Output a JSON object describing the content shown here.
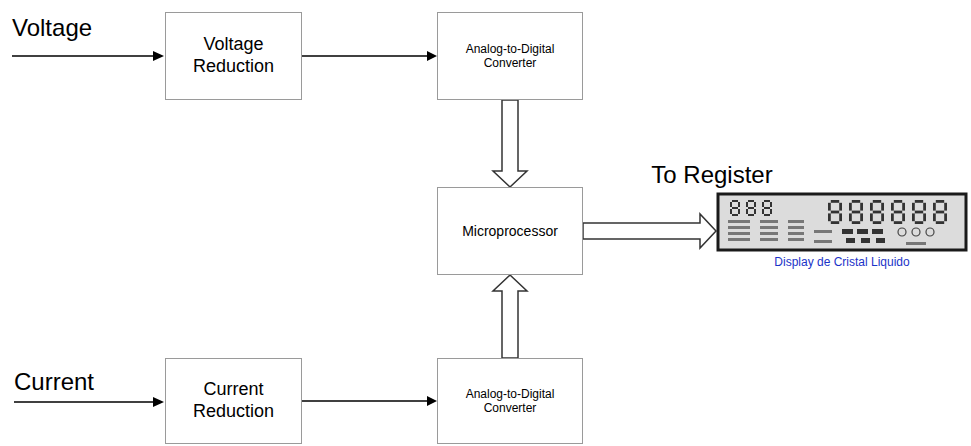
{
  "diagram": {
    "nodes": [
      {
        "text": [
          "Voltage Reduction"
        ]
      },
      {
        "text": [
          "Analog-to-Digital Converter"
        ]
      },
      {
        "text": [
          "Microprocessor"
        ]
      },
      {
        "text": [
          "Display de Cristal Liquido"
        ]
      },
      {
        "text": [
          "Current Reduction"
        ]
      },
      {
        "text": [
          "Analog-to-Digital Converter"
        ]
      }
    ],
    "edges": [
      {
        "from": 0,
        "to": 1,
        "arrow": "to"
      },
      {
        "from": 1,
        "to": 2,
        "arrow": "to"
      },
      {
        "from": 2,
        "to": 3,
        "label": "To Register",
        "arrow": "to"
      },
      {
        "from": 4,
        "to": 5,
        "arrow": "to"
      },
      {
        "from": 5,
        "to": 2,
        "arrow": "to"
      }
    ],
    "labels": [
      "Voltage",
      "Current"
    ]
  }
}
